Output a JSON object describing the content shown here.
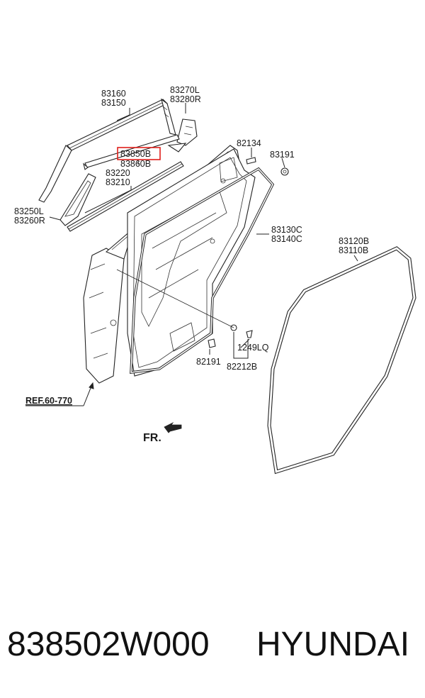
{
  "callouts": {
    "c83160": "83160",
    "c83150": "83150",
    "c83270L": "83270L",
    "c83280R": "83280R",
    "c83850B": "83850B",
    "c83860B": "83860B",
    "c83220": "83220",
    "c83210": "83210",
    "c82134": "82134",
    "c83191": "83191",
    "c83250L": "83250L",
    "c83260R": "83260R",
    "c83130C": "83130C",
    "c83140C": "83140C",
    "c83120B": "83120B",
    "c83110B": "83110B",
    "c1249LQ": "1249LQ",
    "c82191": "82191",
    "c82212B": "82212B",
    "ref": "REF.60-770",
    "fr": "FR."
  },
  "highlight_color": "#e0201c",
  "footer": {
    "part_number": "838502W000",
    "brand": "HYUNDAI"
  }
}
